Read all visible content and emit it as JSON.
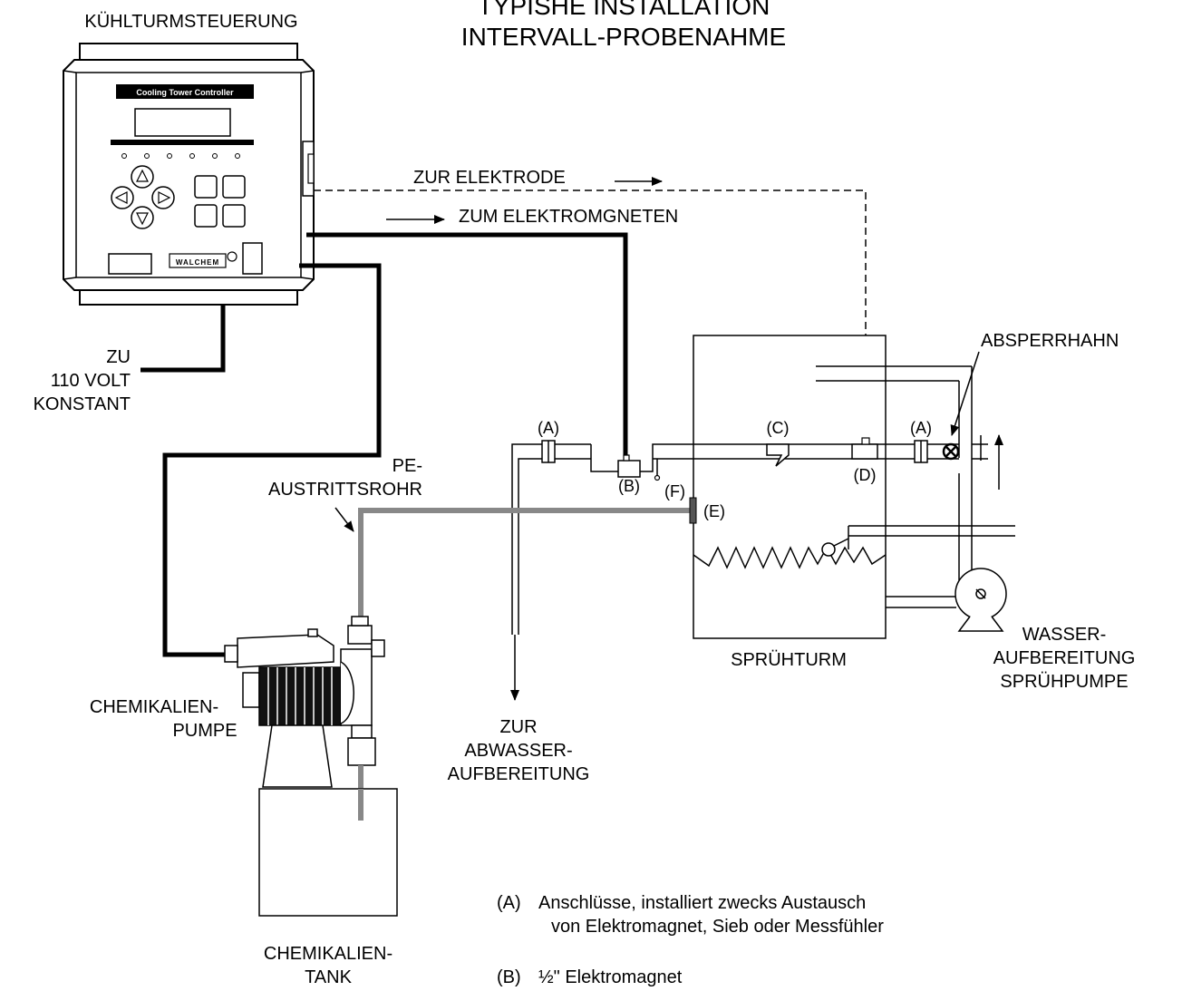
{
  "title": {
    "line1": "TYPISHE INSTALLATION",
    "line2": "INTERVALL-PROBENAHME"
  },
  "controller": {
    "caption": "KÜHLTURMSTEUERUNG",
    "panel_label": "Cooling Tower Controller",
    "brand": "WALCHEM"
  },
  "labels": {
    "to_electrode": "ZUR ELEKTRODE",
    "to_solenoid": "ZUM ELEKTROMGNETEN",
    "power_1": "ZU",
    "power_2": "110 VOLT",
    "power_3": "KONSTANT",
    "tube_1": "PE-",
    "tube_2": "AUSTRITTSROHR",
    "valve": "ABSPERRHAHN",
    "tower": "SPRÜHTURM",
    "pump_1": "WASSER-",
    "pump_2": "AUFBEREITUNG",
    "pump_3": "SPRÜHPUMPE",
    "chem_pump_1": "CHEMIKALIEN-",
    "chem_pump_2": "PUMPE",
    "drain_1": "ZUR",
    "drain_2": "ABWASSER-",
    "drain_3": "AUFBEREITUNG",
    "tank_1": "CHEMIKALIEN-",
    "tank_2": "TANK"
  },
  "markers": {
    "a_left": "(A)",
    "a_right": "(A)",
    "b": "(B)",
    "c": "(C)",
    "d": "(D)",
    "e": "(E)",
    "f": "(F)"
  },
  "legend": {
    "a_key": "(A)",
    "a_line1": "Anschlüsse, installiert zwecks Austausch",
    "a_line2": "von Elektromagnet, Sieb oder Messfühler",
    "b_key": "(B)",
    "b_line1": "½\" Elektromagnet"
  }
}
